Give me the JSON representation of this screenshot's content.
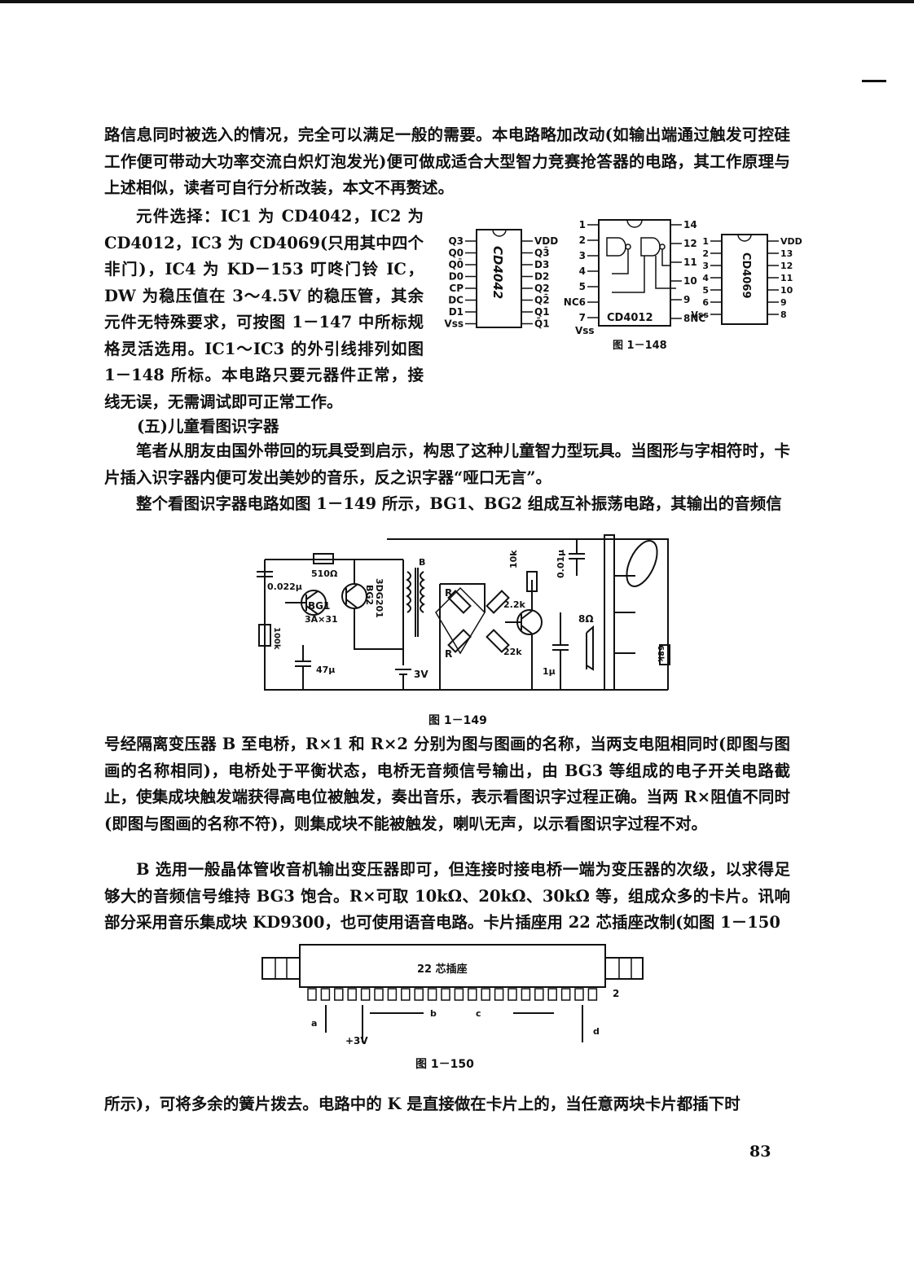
{
  "page_number": "83",
  "paragraphs": {
    "p1": "路信息同时被选入的情况，完全可以满足一般的需要。本电路略加改动(如输出端通过触发可控硅工作便可带动大功率交流白炽灯泡发光)便可做成适合大型智力竞赛抢答器的电路，其工作原理与上述相似，读者可自行分析改装，本文不再赘述。",
    "p2": "元件选择：IC1 为 CD4042，IC2 为 CD4012，IC3 为 CD4069(只用其中四个非门)，IC4 为 KD－153 叮咚门铃 IC，DW 为稳压值在 3～4.5V 的稳压管，其余元件无特殊要求，可按图 1－147 中所标规格灵活选用。IC1～IC3 的外引线排列如图 1－148 所标。本电路只要元器件正常，接线无误，无需调试即可正常工作。",
    "heading": "(五)儿童看图识字器",
    "p3": "笔者从朋友由国外带回的玩具受到启示，构思了这种儿童智力型玩具。当图形与字相符时，卡片插入识字器内便可发出美妙的音乐，反之识字器“哑口无言”。",
    "p4": "整个看图识字器电路如图 1－149 所示，BG1、BG2 组成互补振荡电路，其输出的音频信",
    "p5": "号经隔离变压器 B 至电桥，R×1 和 R×2 分别为图与图画的名称，当两支电阻相同时(即图与图画的名称相同)，电桥处于平衡状态，电桥无音频信号输出，由 BG3 等组成的电子开关电路截止，使集成块触发端获得高电位被触发，奏出音乐，表示看图识字过程正确。当两 R×阻值不同时(即图与图画的名称不符)，则集成块不能被触发，喇叭无声，以示看图识字过程不对。",
    "p6": "B 选用一般晶体管收音机输出变压器即可，但连接时接电桥一端为变压器的次级，以求得足够大的音频信号维持 BG3 饱合。R×可取 10kΩ、20kΩ、30kΩ 等，组成众多的卡片。讯响部分采用音乐集成块 KD9300，也可使用语音电路。卡片插座用 22 芯插座改制(如图 1－150",
    "p7": "所示)，可将多余的簧片拨去。电路中的 K 是直接做在卡片上的，当任意两块卡片都插下时"
  },
  "figures": {
    "fig148": {
      "caption": "图 1－148",
      "cd4042": {
        "name": "CD4042",
        "left_pins": [
          "Q3",
          "Q0",
          "Q0̄",
          "D0",
          "CP",
          "DC",
          "D1",
          "Vss"
        ],
        "right_pins": [
          "VDD",
          "Q3̄",
          "D3",
          "D2",
          "Q2",
          "Q2̄",
          "Q1",
          "Q̄1"
        ]
      },
      "cd4012": {
        "name": "CD4012",
        "left_pins": [
          "1",
          "2",
          "3",
          "4",
          "5",
          "NC6",
          "7"
        ],
        "right_pins": [
          "14",
          "12",
          "11",
          "10",
          "9",
          "8NC"
        ],
        "vss": "Vss"
      },
      "cd4069": {
        "name": "CD4069",
        "left_pins": [
          "1",
          "2",
          "3",
          "4",
          "5",
          "6",
          "Vss"
        ],
        "right_pins": [
          "VDD",
          "13",
          "12",
          "11",
          "10",
          "9",
          "8"
        ]
      }
    },
    "fig149": {
      "caption": "图 1－149",
      "labels": {
        "c1": "0.022μ",
        "r1": "510Ω",
        "bg1": "BG1",
        "bg1_type": "3A×31",
        "bg2": "BG2",
        "bg2_type": "3DG201",
        "r2": "100k",
        "c2": "47μ",
        "battery": "3V",
        "transformer": "B",
        "rx1": "R",
        "rx2": "R",
        "r3": "2.2k",
        "r4": "22k",
        "r5": "10k",
        "c3": "0.01μ",
        "c4": "1μ",
        "speaker": "8Ω",
        "r6": "68k"
      }
    },
    "fig150": {
      "caption": "图 1－150",
      "socket_label": "22 芯插座",
      "labels": {
        "two": "2",
        "a": "a",
        "b": "b",
        "c": "c",
        "d": "d",
        "plus3v": "+3V"
      }
    }
  }
}
